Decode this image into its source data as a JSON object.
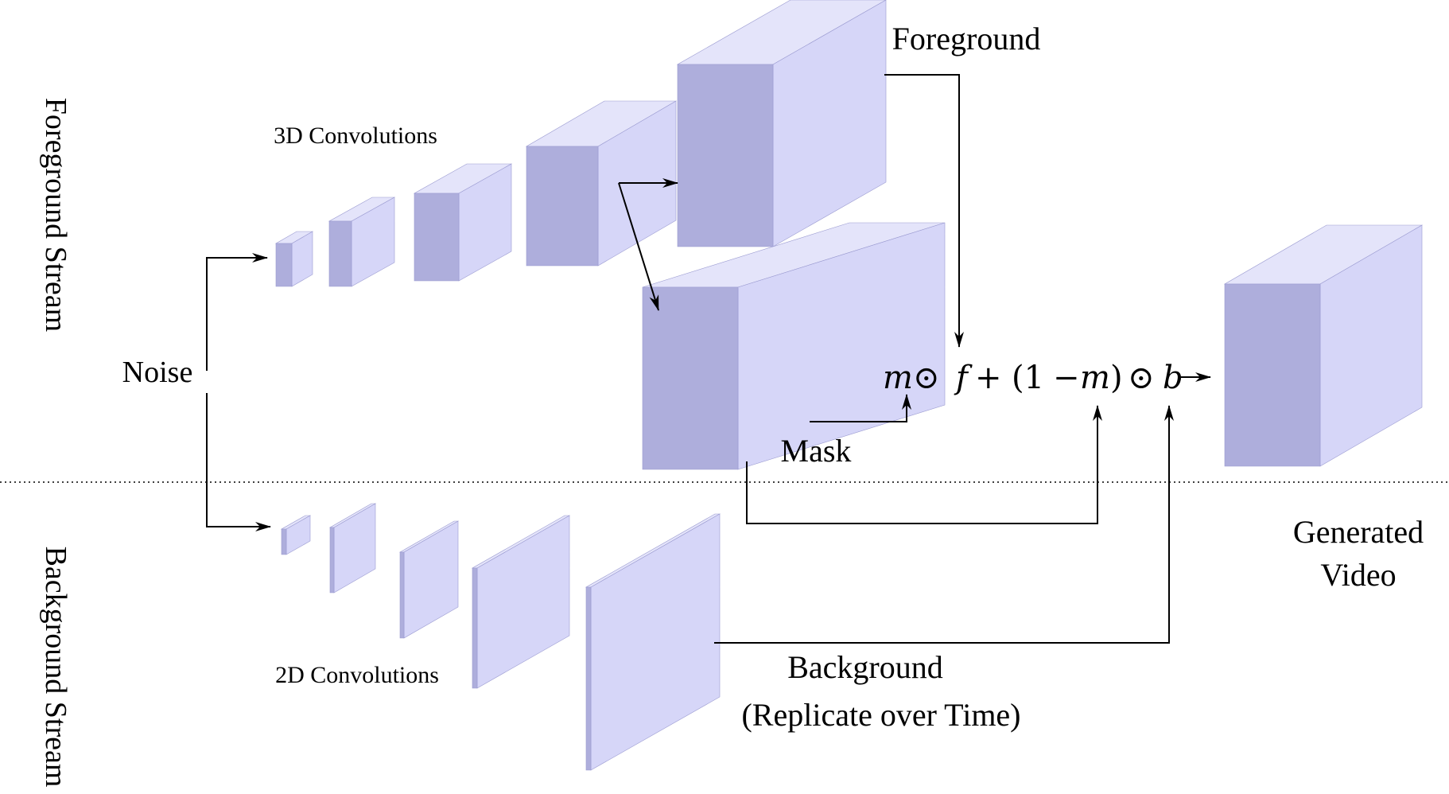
{
  "labels": {
    "foreground_stream": "Foreground Stream",
    "background_stream": "Background Stream",
    "noise": "Noise",
    "conv3d": "3D Convolutions",
    "conv2d": "2D Convolutions",
    "foreground": "Foreground",
    "mask": "Mask",
    "background_line1": "Background",
    "background_line2": "(Replicate over Time)",
    "generated_line1": "Generated",
    "generated_line2": "Video"
  },
  "formula": {
    "m1": "m",
    "op1": "⊙",
    "f": "f",
    "plus": "+",
    "lparen": "(1",
    "minus": "−",
    "m2": "m",
    "rparen": ")",
    "op2": "⊙",
    "b": "b"
  },
  "colors": {
    "block_front": "#aeaedc",
    "block_top": "#e4e4fa",
    "block_side": "#d6d6f8",
    "line": "#000000"
  }
}
